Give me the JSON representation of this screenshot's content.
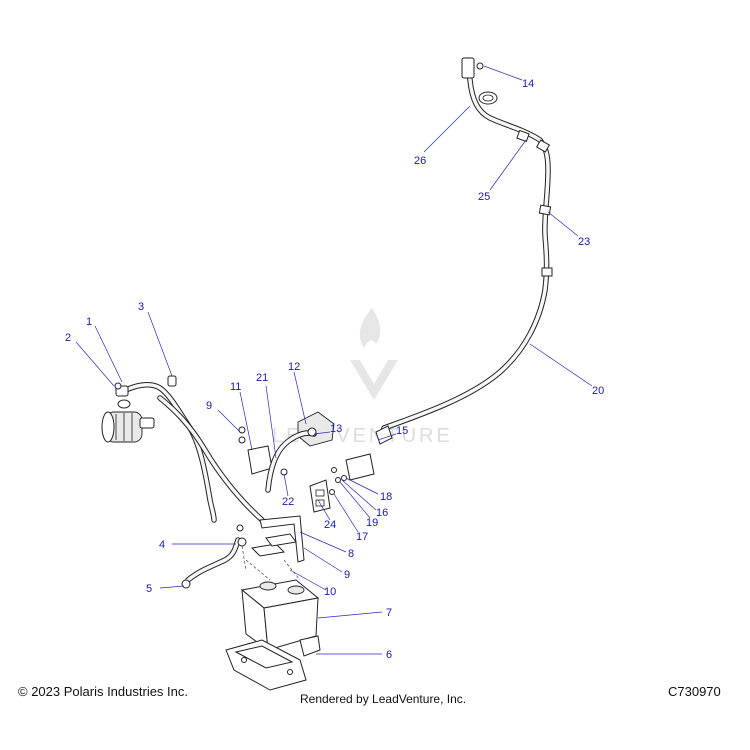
{
  "footer": {
    "copyright": "© 2023 Polaris Industries Inc.",
    "rendered_by": "Rendered by LeadVenture, Inc.",
    "drawing_id": "C730970"
  },
  "watermark": {
    "text": "LEADVENTURE",
    "color": "#dcdcdc"
  },
  "callout_color": "#1a1aa8",
  "callouts": [
    {
      "id": "c1",
      "label": "1"
    },
    {
      "id": "c2",
      "label": "2"
    },
    {
      "id": "c3",
      "label": "3"
    },
    {
      "id": "c4",
      "label": "4"
    },
    {
      "id": "c5",
      "label": "5"
    },
    {
      "id": "c6",
      "label": "6"
    },
    {
      "id": "c7",
      "label": "7"
    },
    {
      "id": "c8",
      "label": "8"
    },
    {
      "id": "c9a",
      "label": "9"
    },
    {
      "id": "c9b",
      "label": "9"
    },
    {
      "id": "c10",
      "label": "10"
    },
    {
      "id": "c11",
      "label": "11"
    },
    {
      "id": "c12",
      "label": "12"
    },
    {
      "id": "c13",
      "label": "13"
    },
    {
      "id": "c14",
      "label": "14"
    },
    {
      "id": "c15",
      "label": "15"
    },
    {
      "id": "c16",
      "label": "16"
    },
    {
      "id": "c17",
      "label": "17"
    },
    {
      "id": "c18",
      "label": "18"
    },
    {
      "id": "c19",
      "label": "19"
    },
    {
      "id": "c20",
      "label": "20"
    },
    {
      "id": "c21",
      "label": "21"
    },
    {
      "id": "c22",
      "label": "22"
    },
    {
      "id": "c23",
      "label": "23"
    },
    {
      "id": "c24",
      "label": "24"
    },
    {
      "id": "c25",
      "label": "25"
    },
    {
      "id": "c26",
      "label": "26"
    }
  ]
}
